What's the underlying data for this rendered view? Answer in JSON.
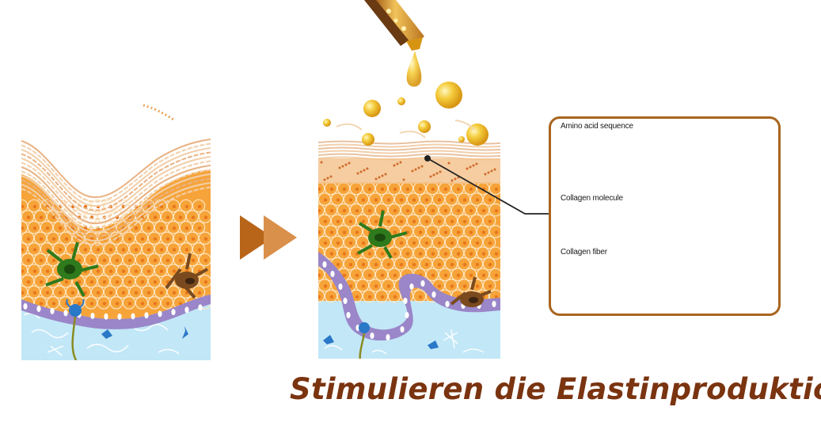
{
  "caption": "Stimulieren die Elastinproduktion",
  "inset": {
    "amino_label": "Amino acid sequence",
    "molecule_label": "Collagen molecule",
    "fiber_label": "Collagen fiber"
  },
  "colors": {
    "accent": "#7a3410",
    "frame": "#a8651e",
    "arrow_dark": "#b8651a",
    "arrow_light": "#d9904a",
    "cell_orange": "#f7a83a",
    "dermis_blue": "#bfe6f7",
    "basal_purple": "#9a86c8",
    "serum_gold": "#f2c230"
  },
  "icons": [
    "dropper-icon",
    "fast-forward-arrow-icon",
    "melanocyte-icon",
    "langerhans-cell-icon"
  ]
}
